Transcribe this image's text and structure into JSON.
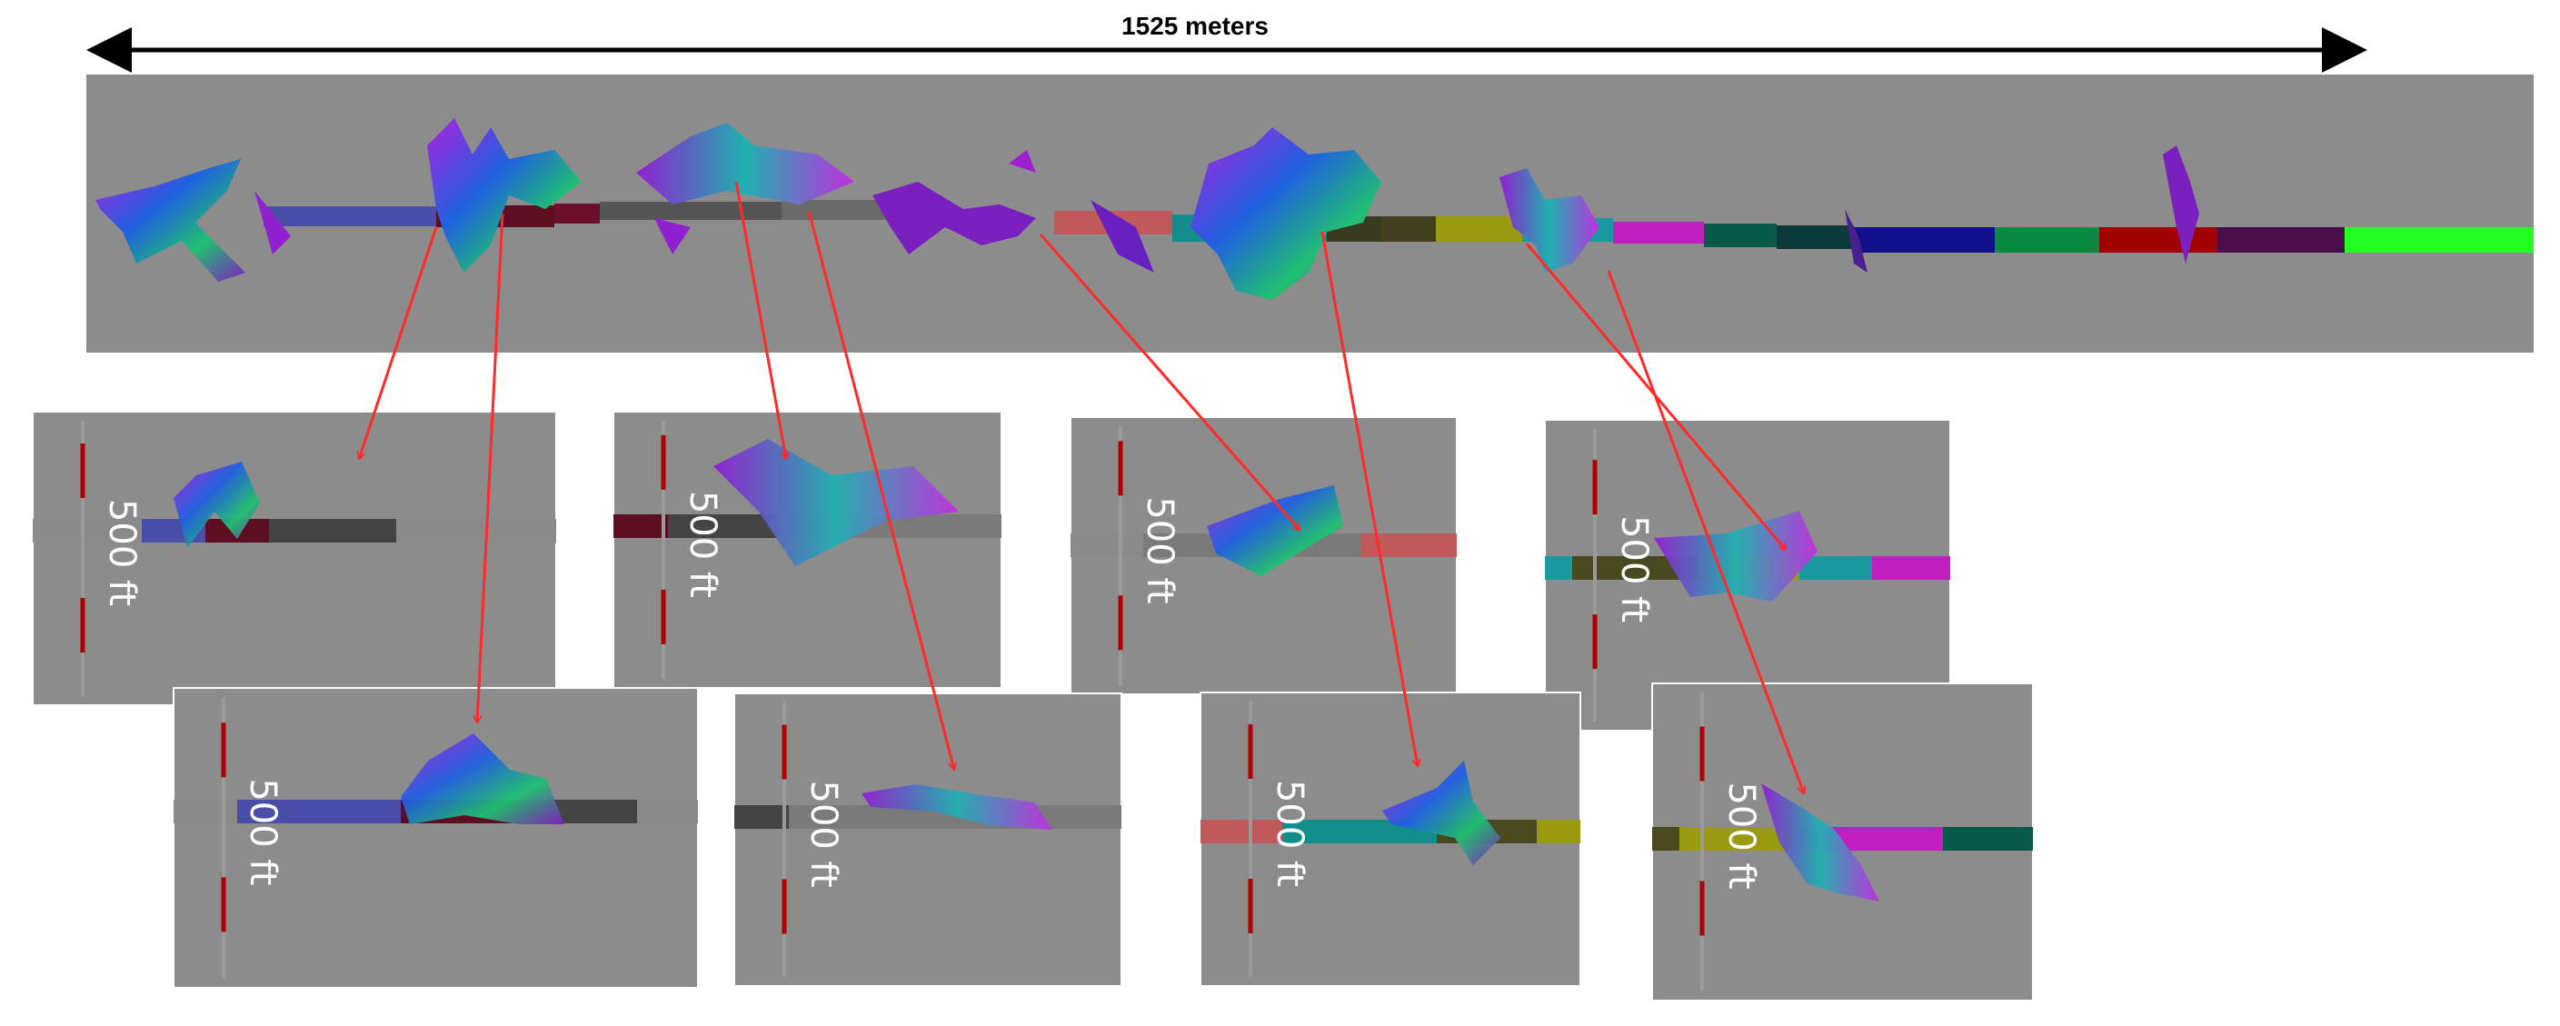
{
  "header": {
    "distance_label": "1525 meters"
  },
  "panels": [
    {
      "id": "a",
      "scale_label": "500 ft"
    },
    {
      "id": "b",
      "scale_label": "500 ft"
    },
    {
      "id": "c",
      "scale_label": "500 ft"
    },
    {
      "id": "d",
      "scale_label": "500 ft"
    },
    {
      "id": "e",
      "scale_label": "500 ft"
    },
    {
      "id": "f",
      "scale_label": "500 ft"
    },
    {
      "id": "g",
      "scale_label": "500 ft"
    },
    {
      "id": "h",
      "scale_label": "500 ft"
    }
  ],
  "colors": {
    "panel_gray": "#8c8c8c",
    "arrow_red": "#ff2a2a",
    "scale_red": "#b00000",
    "blue": "#3b3fa8",
    "maroon": "#5e0e22",
    "dark_gray": "#4a4a4a",
    "teal": "#138c8c",
    "olive": "#8a8a10",
    "magenta": "#c020c0",
    "dark_green": "#0a5a4a",
    "navy": "#10108a",
    "green": "#0a8a40",
    "red": "#a00000",
    "purple": "#4a0e4a",
    "bright_green": "#22ff22"
  }
}
